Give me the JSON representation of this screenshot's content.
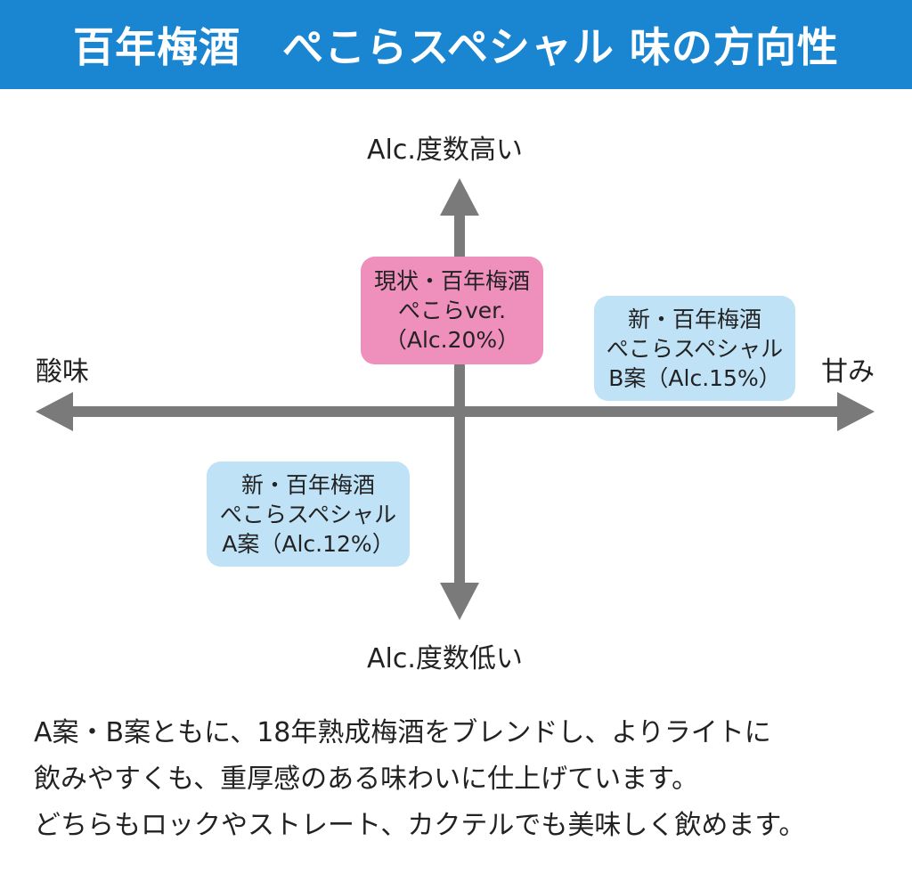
{
  "colors": {
    "header_bg": "#1a86d2",
    "axis": "#7a7a7a",
    "pink_box": "#ef8fbc",
    "blue_box": "#bfe2f7"
  },
  "header": {
    "title": "百年梅酒　ぺこらスペシャル 味の方向性"
  },
  "axes": {
    "top": "Alc.度数高い",
    "bottom": "Alc.度数低い",
    "left": "酸味",
    "right": "甘み"
  },
  "boxes": {
    "current": {
      "lines": [
        "現状・百年梅酒",
        "ぺこらver.",
        "（Alc.20%）"
      ]
    },
    "plan_b": {
      "lines": [
        "新・百年梅酒",
        "ぺこらスペシャル",
        "B案（Alc.15%）"
      ]
    },
    "plan_a": {
      "lines": [
        "新・百年梅酒",
        "ぺこらスペシャル",
        "A案（Alc.12%）"
      ]
    }
  },
  "description": [
    "A案・B案ともに、18年熟成梅酒をブレンドし、よりライトに",
    "飲みやすくも、重厚感のある味わいに仕上げています。",
    "どちらもロックやストレート、カクテルでも美味しく飲めます。"
  ]
}
